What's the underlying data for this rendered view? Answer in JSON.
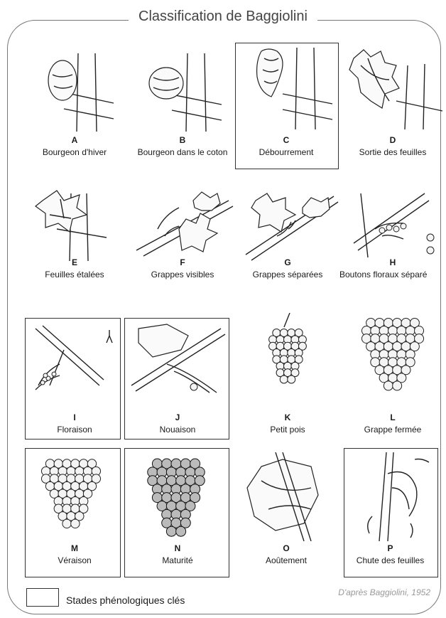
{
  "title": "Classification de Baggiolini",
  "stages": [
    {
      "letter": "A",
      "label": "Bourgeon d'hiver",
      "key": false
    },
    {
      "letter": "B",
      "label": "Bourgeon dans le coton",
      "key": false
    },
    {
      "letter": "C",
      "label": "Débourrement",
      "key": true
    },
    {
      "letter": "D",
      "label": "Sortie des feuilles",
      "key": false
    },
    {
      "letter": "E",
      "label": "Feuilles étalées",
      "key": false
    },
    {
      "letter": "F",
      "label": "Grappes visibles",
      "key": false
    },
    {
      "letter": "G",
      "label": "Grappes séparées",
      "key": false
    },
    {
      "letter": "H",
      "label": "Boutons floraux séparé",
      "key": false
    },
    {
      "letter": "I",
      "label": "Floraison",
      "key": true
    },
    {
      "letter": "J",
      "label": "Nouaison",
      "key": true
    },
    {
      "letter": "K",
      "label": "Petit pois",
      "key": false
    },
    {
      "letter": "L",
      "label": "Grappe fermée",
      "key": false
    },
    {
      "letter": "M",
      "label": "Véraison",
      "key": true
    },
    {
      "letter": "N",
      "label": "Maturité",
      "key": true
    },
    {
      "letter": "O",
      "label": "Aoûtement",
      "key": false
    },
    {
      "letter": "P",
      "label": "Chute des feuilles",
      "key": true
    }
  ],
  "legend": {
    "label": "Stades phénologiques clés"
  },
  "credit": "D'après Baggiolini, 1952"
}
